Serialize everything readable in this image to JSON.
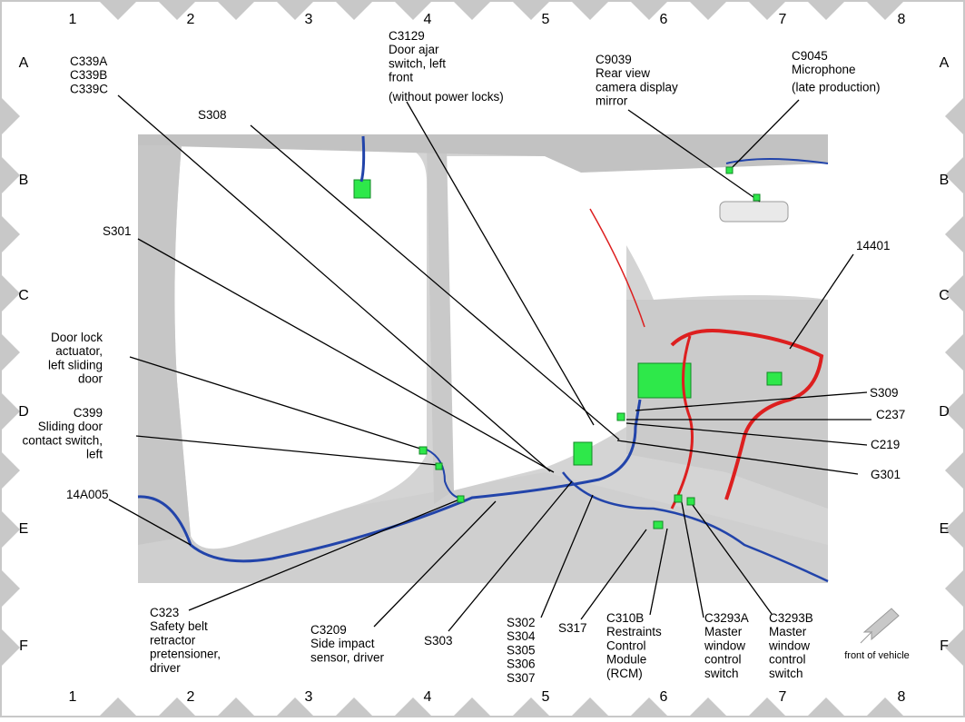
{
  "grid": {
    "columns": [
      "1",
      "2",
      "3",
      "4",
      "5",
      "6",
      "7",
      "8"
    ],
    "rows": [
      "A",
      "B",
      "C",
      "D",
      "E",
      "F"
    ]
  },
  "callouts": {
    "c339": [
      "C339A",
      "C339B",
      "C339C"
    ],
    "c3129": [
      "C3129",
      "Door ajar",
      "switch, left",
      "front",
      "(without power locks)"
    ],
    "c9039": [
      "C9039",
      "Rear view",
      "camera display",
      "mirror"
    ],
    "c9045": [
      "C9045",
      "Microphone",
      "(late production)"
    ],
    "s308": [
      "S308"
    ],
    "s301": [
      "S301"
    ],
    "n14401": [
      "14401"
    ],
    "door_lock": [
      "Door lock",
      "actuator,",
      "left sliding",
      "door"
    ],
    "c399": [
      "C399",
      "Sliding door",
      "contact switch,",
      "left"
    ],
    "n14a005": [
      "14A005"
    ],
    "s309": [
      "S309"
    ],
    "c237": [
      "C237"
    ],
    "c219": [
      "C219"
    ],
    "g301": [
      "G301"
    ],
    "c323": [
      "C323",
      "Safety belt",
      "retractor",
      "pretensioner,",
      "driver"
    ],
    "c3209": [
      "C3209",
      "Side impact",
      "sensor, driver"
    ],
    "s303": [
      "S303"
    ],
    "s302": [
      "S302",
      "S304",
      "S305",
      "S306",
      "S307"
    ],
    "s317": [
      "S317"
    ],
    "c310b": [
      "C310B",
      "Restraints",
      "Control",
      "Module",
      "(RCM)"
    ],
    "c3293a": [
      "C3293A",
      "Master",
      "window",
      "control",
      "switch"
    ],
    "c3293b": [
      "C3293B",
      "Master",
      "window",
      "control",
      "switch"
    ]
  },
  "front_of_vehicle": "front of vehicle",
  "colors": {
    "harness_blue": "#2244aa",
    "harness_red": "#dd1f1f",
    "connector_green": "#2ee84a",
    "body_gray": "#d9d9d9",
    "border_gray": "#c8c8c8"
  }
}
